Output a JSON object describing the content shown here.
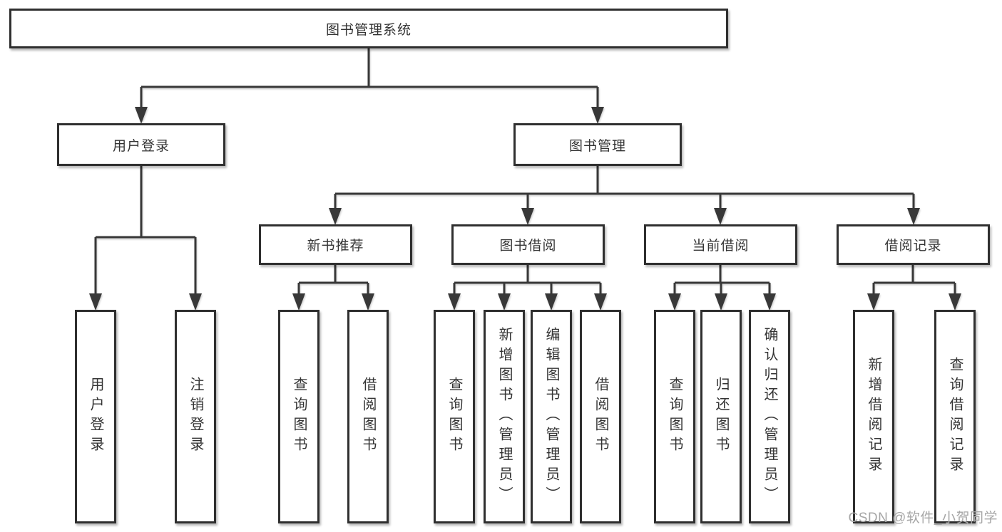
{
  "colors": {
    "background": "#ffffff",
    "box_fill": "#ffffff",
    "box_border": "#2f2f2f",
    "line": "#383838",
    "text": "#343434",
    "watermark": "#a6a6a6"
  },
  "watermark": {
    "text": "CSDN @软件_小贺同学"
  },
  "tree": {
    "root": {
      "label": "图书管理系统"
    },
    "level2": [
      {
        "label": "用户登录",
        "leaves": [
          {
            "label": "用户登录"
          },
          {
            "label": "注销登录"
          }
        ]
      },
      {
        "label": "图书管理",
        "children": [
          {
            "label": "新书推荐",
            "leaves": [
              {
                "label": "查询图书"
              },
              {
                "label": "借阅图书"
              }
            ]
          },
          {
            "label": "图书借阅",
            "leaves": [
              {
                "label": "查询图书"
              },
              {
                "label": "新增图书（管理员）"
              },
              {
                "label": "编辑图书（管理员）"
              },
              {
                "label": "借阅图书"
              }
            ]
          },
          {
            "label": "当前借阅",
            "leaves": [
              {
                "label": "查询图书"
              },
              {
                "label": "归还图书"
              },
              {
                "label": "确认归还（管理员）"
              }
            ]
          },
          {
            "label": "借阅记录",
            "leaves": [
              {
                "label": "新增借阅记录"
              },
              {
                "label": "查询借阅记录"
              }
            ]
          }
        ]
      }
    ]
  }
}
